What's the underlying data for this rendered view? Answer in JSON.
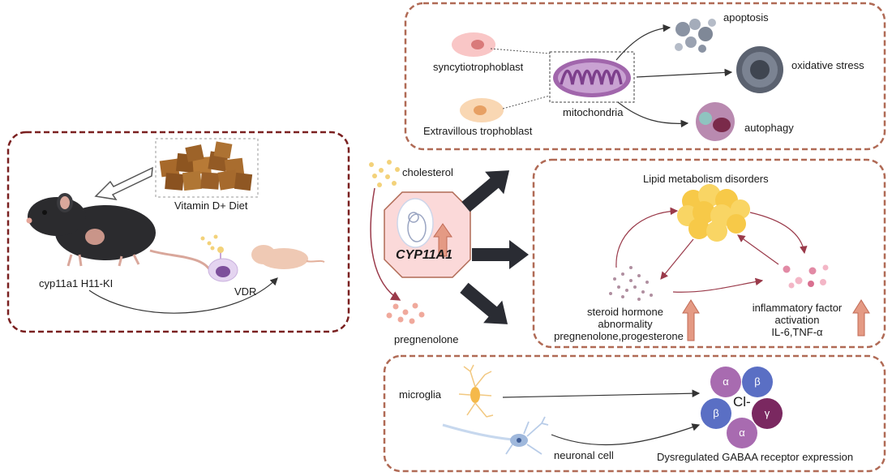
{
  "left_panel": {
    "diet_label": "Vitamin D+ Diet",
    "mouse_label": "cyp11a1 H11-KI",
    "receptor_label": "VDR"
  },
  "center": {
    "cholesterol_label": "cholesterol",
    "gene_label": "CYP11A1",
    "pregnenolone_label": "pregnenolone"
  },
  "top_panel": {
    "syncytio_label": "syncytiotrophoblast",
    "extravillous_label": "Extravillous trophoblast",
    "mito_label": "mitochondria",
    "apoptosis_label": "apoptosis",
    "oxidative_label": "oxidative stress",
    "autophagy_label": "autophagy"
  },
  "middle_panel": {
    "title": "Lipid metabolism disorders",
    "steroid_line1": "steroid hormone",
    "steroid_line2": "abnormality",
    "steroid_line3": "pregnenolone,progesterone",
    "inflam_line1": "inflammatory factor",
    "inflam_line2": "activation",
    "inflam_line3": "IL-6,TNF-α"
  },
  "bottom_panel": {
    "microglia_label": "microglia",
    "neuron_label": "neuronal cell",
    "receptor_caption": "Dysregulated GABAA receptor expression",
    "cl_label": "Cl-",
    "subunits": [
      "α",
      "β",
      "β",
      "γ",
      "α"
    ]
  },
  "colors": {
    "panel_border": "#b06a55",
    "left_border": "#7a2020",
    "dark_arrow": "#2a2c33",
    "up_arrow": "#e49a84",
    "pathway_line": "#9a3a4a",
    "mito": "#9d5fa8",
    "fat": "#f7c948",
    "alpha": "#a86bb0",
    "beta": "#5a6fc4",
    "gamma": "#7a2860"
  }
}
